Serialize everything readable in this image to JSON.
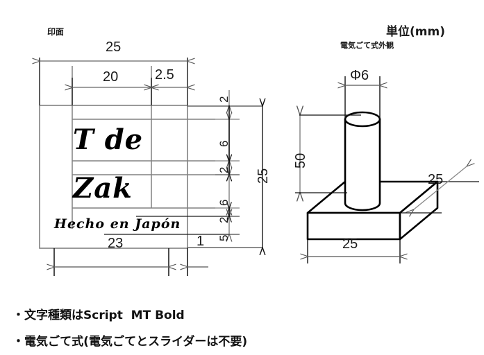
{
  "drawing": {
    "left_view": {
      "label": "印面",
      "stamp_text": {
        "line1": "T de",
        "line2": "Zak",
        "line3": "Hecho en Japón"
      },
      "dimensions": {
        "top_overall": "25",
        "top_inner": "20",
        "top_right": "2.5",
        "bottom_main": "23",
        "bottom_right": "1",
        "right_overall": "25",
        "vertical_stack": [
          "2",
          "6",
          "2",
          "6",
          "2",
          "5"
        ]
      }
    },
    "right_view": {
      "unit_label": "単位(mm)",
      "title": "電気ごて式外観",
      "dimensions": {
        "diameter": "Φ6",
        "height": "50",
        "depth": "25",
        "width": "25"
      }
    },
    "notes": [
      "・文字種類はScript  MT Bold",
      "・電気ごて式(電気ごてとスライダーは不要)"
    ]
  },
  "colors": {
    "ink": "#1a1a1a",
    "guide": "#808080",
    "outline": "#000000"
  }
}
